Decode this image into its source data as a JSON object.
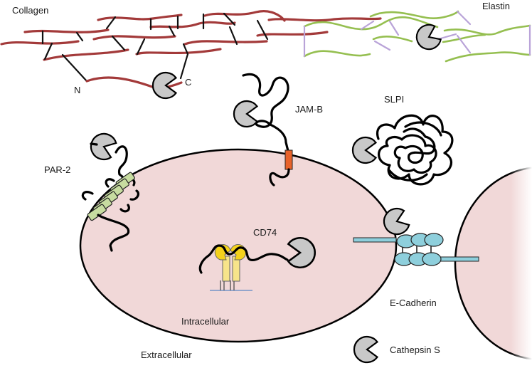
{
  "figure": {
    "labels": {
      "collagen": "Collagen",
      "elastin": "Elastin",
      "n_terminus": "N",
      "c_terminus": "C",
      "jam_b": "JAM-B",
      "slpi": "SLPI",
      "par2": "PAR-2",
      "cd74": "CD74",
      "e_cadherin": "E-Cadherin",
      "intracellular": "Intracellular",
      "extracellular": "Extracellular",
      "legend_cathepsin_s": "Cathepsin S"
    },
    "legend": [
      {
        "symbol": "pacman-icon",
        "label": "Cathepsin S"
      }
    ],
    "colors": {
      "cell_fill": "#f1d8d8",
      "cathepsin_fill": "#c8c8c8",
      "collagen_strand": "#a33a3a",
      "elastin_strand": "#95bf50",
      "elastin_crosslink": "#b9a3d8",
      "par2_helix": "#c7dca0",
      "jamb_tm": "#e8622a",
      "cd74_mhc": "#f4d21c",
      "cd74_mhc_body": "#f7e48a",
      "ecadherin": "#8ecfdc",
      "membrane_line": "#5b86c5"
    }
  }
}
